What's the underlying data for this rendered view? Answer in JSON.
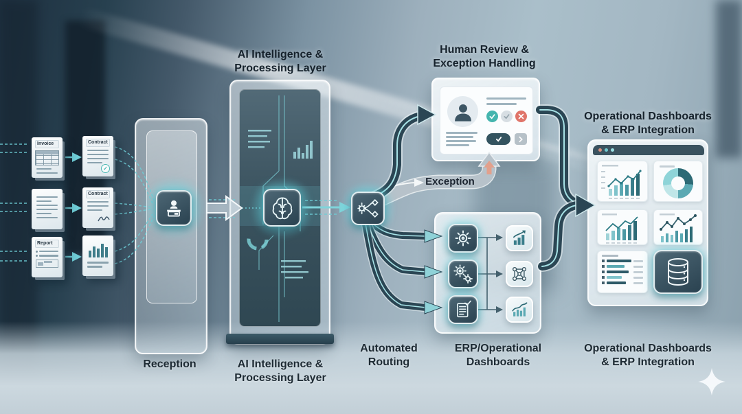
{
  "colors": {
    "accent_teal": "#4cc8cf",
    "pipe_dark": "#2b4654",
    "pipe_edge": "#a7e2e6",
    "exception_band": "#b7c2ca",
    "exception_arrow": "#e2a08c",
    "approve_green": "#45b5ae",
    "reject_red": "#e0756a",
    "label_text": "#1d2a33",
    "node_dark": "#2a4250"
  },
  "documents": {
    "row1": {
      "left": "Invoice",
      "right": "Contract"
    },
    "row2": {
      "left": "",
      "right": "Contract"
    },
    "row3": {
      "left": "Report",
      "right": ""
    }
  },
  "reception": {
    "label": "Reception",
    "icon": "reception-desk-icon"
  },
  "ai_layer": {
    "title_line1": "AI Intelligence &",
    "title_line2": "Processing Layer",
    "label_line1": "AI Intelligence &",
    "label_line2": "Processing Layer",
    "icon": "ai-brain-icon"
  },
  "routing": {
    "label_line1": "Automated",
    "label_line2": "Routing",
    "icon": "routing-split-icon"
  },
  "exception": {
    "label": "Exception"
  },
  "human_review": {
    "title_line1": "Human Review &",
    "title_line2": "Exception Handling",
    "icons": [
      "avatar",
      "approve-check-button",
      "neutral-check-button",
      "reject-x-button",
      "confirm-check-pill",
      "next-chevron-button"
    ]
  },
  "erp": {
    "label_line1": "ERP/Operational",
    "label_line2": "Dashboards",
    "process_icons": [
      "gear-icon",
      "gears-icon",
      "checklist-icon"
    ],
    "output_icons": [
      "chart-up-icon",
      "network-icon",
      "area-chart-icon"
    ]
  },
  "dashboards": {
    "title_line1": "Operational Dashboards",
    "title_line2": "& ERP Integration",
    "label_line1": "Operational Dashboards",
    "label_line2": "& ERP Integration",
    "tiles": [
      "bar-line-chart",
      "donut-chart",
      "bar-growth-chart",
      "scatter-line-chart",
      "report-list",
      "database"
    ]
  },
  "doc_check": "✓",
  "watermark": {
    "icon": "sparkle-icon"
  }
}
